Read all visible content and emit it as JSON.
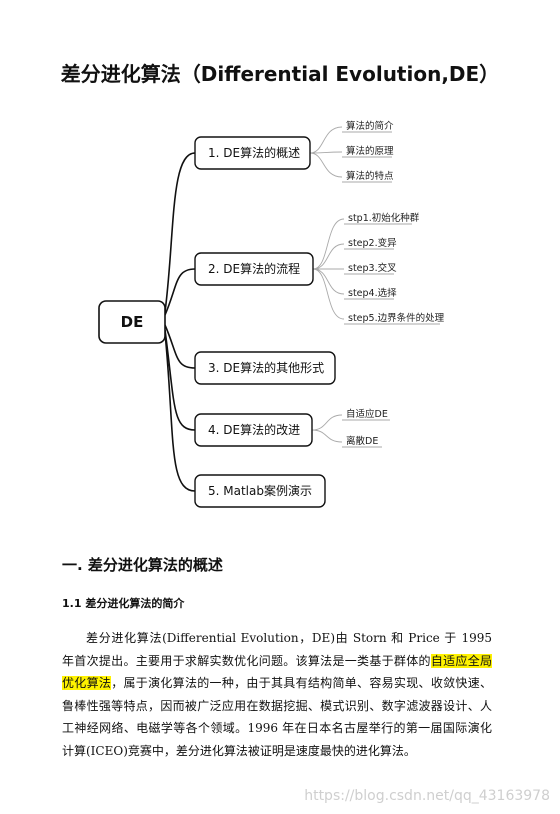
{
  "doc": {
    "title": "差分进化算法（Differential Evolution,DE）",
    "mindmap": {
      "root": "DE",
      "branches": [
        {
          "label": "1.  DE算法的概述",
          "leaves": [
            "算法的简介",
            "算法的原理",
            "算法的特点"
          ]
        },
        {
          "label": "2.  DE算法的流程",
          "leaves": [
            "stp1.初始化种群",
            "step2.变异",
            "step3.交叉",
            "step4.选择",
            "step5.边界条件的处理"
          ]
        },
        {
          "label": "3.  DE算法的其他形式",
          "leaves": []
        },
        {
          "label": "4.  DE算法的改进",
          "leaves": [
            "自适应DE",
            "离散DE"
          ]
        },
        {
          "label": "5.  Matlab案例演示",
          "leaves": []
        }
      ]
    },
    "section1_heading": "一.  差分进化算法的概述",
    "section1_1_heading": "1.1 差分进化算法的简介",
    "para_before": "差分进化算法(Differential Evolution，DE)由 Storn 和 Price 于 1995 年首次提出。主要用于求解实数优化问题。该算法是一类基于群体的",
    "para_highlight": "自适应全局优化算法",
    "para_after": "，属于演化算法的一种，由于其具有结构简单、容易实现、收敛快速、鲁棒性强等特点，因而被广泛应用在数据挖掘、模式识别、数字滤波器设计、人工神经网络、电磁学等各个领域。1996 年在日本名古屋举行的第一届国际演化计算(ICEO)竞赛中，差分进化算法被证明是速度最快的进化算法。",
    "watermark": "https://blog.csdn.net/qq_43163978"
  },
  "colors": {
    "line": "#111111",
    "leaf_line": "#aaaaaa",
    "highlight": "#fff200"
  }
}
